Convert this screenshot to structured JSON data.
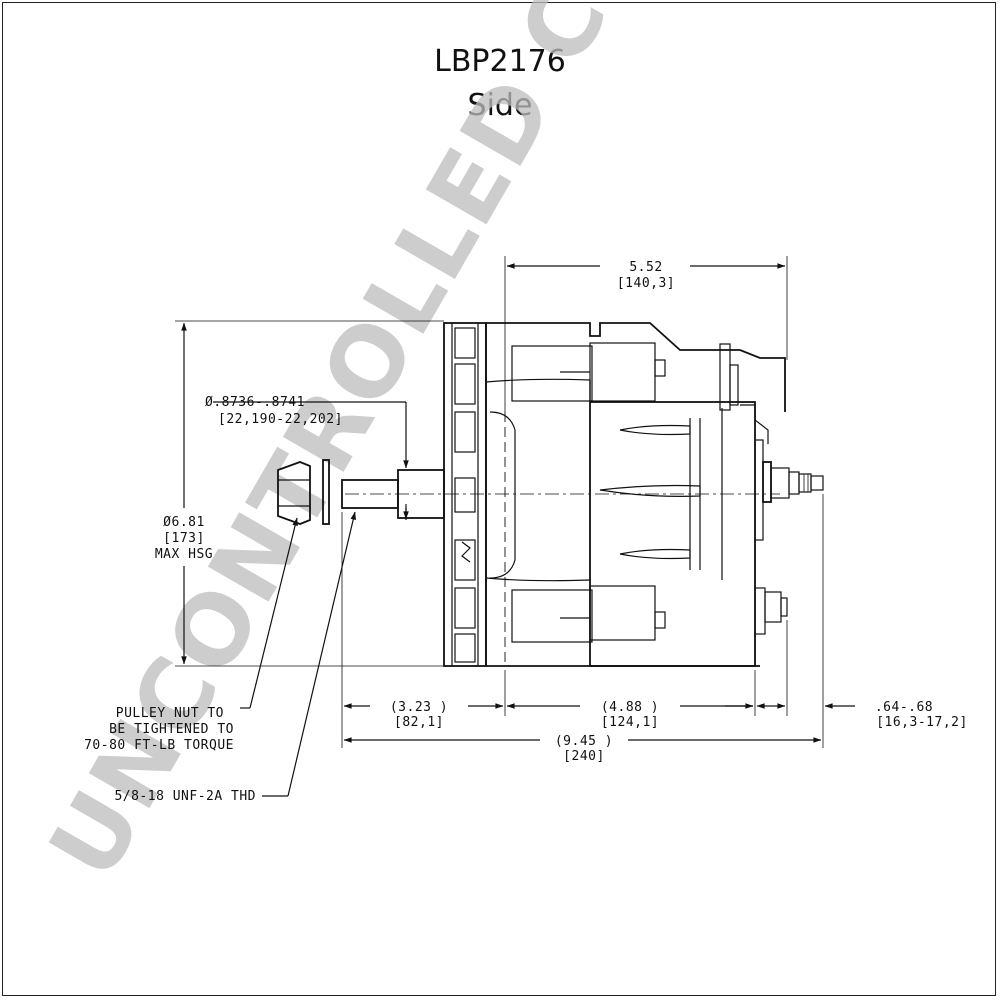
{
  "title": "LBP2176",
  "subtitle": "Side",
  "watermark": "UNCONTROLLED COPY",
  "dimensions": {
    "overall_width": "5.52",
    "overall_width_mm": "[140,3]",
    "shaft_dia": "Ø.8736-.8741",
    "shaft_dia_mm": "[22,190-22,202]",
    "housing_dia": "Ø6.81",
    "housing_dia_mm": "[173]",
    "housing_note": "MAX HSG",
    "front_len": "(3.23  )",
    "front_len_mm": "[82,1]",
    "body_len": "(4.88   )",
    "body_len_mm": "[124,1]",
    "terminal_len": ".64-.68",
    "terminal_len_mm": "[16,3-17,2]",
    "total_len": "(9.45 )",
    "total_len_mm": "[240]"
  },
  "notes": {
    "pulley_nut_1": "PULLEY NUT TO",
    "pulley_nut_2": "BE TIGHTENED TO",
    "pulley_nut_3": "70-80 FT-LB TORQUE",
    "thread": "5/8-18 UNF-2A THD"
  }
}
